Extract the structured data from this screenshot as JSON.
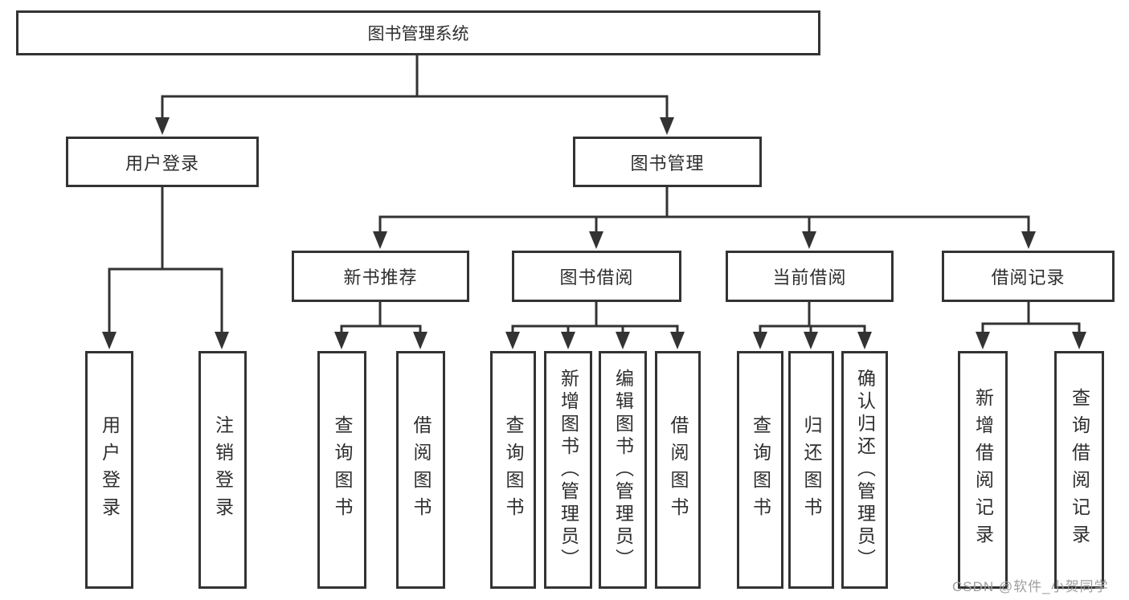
{
  "colors": {
    "line": "#333333",
    "text": "#2e2e2e",
    "background": "#ffffff",
    "watermark": "#9e9e9e"
  },
  "watermark": {
    "text": "CSDN @软件_小贺同学"
  },
  "tree": {
    "label": "图书管理系统",
    "children": [
      {
        "label": "用户登录",
        "children": [
          {
            "label": "用户登录"
          },
          {
            "label": "注销登录"
          }
        ]
      },
      {
        "label": "图书管理",
        "children": [
          {
            "label": "新书推荐",
            "children": [
              {
                "label": "查询图书"
              },
              {
                "label": "借阅图书"
              }
            ]
          },
          {
            "label": "图书借阅",
            "children": [
              {
                "label": "查询图书"
              },
              {
                "label": "新增图书（管理员）"
              },
              {
                "label": "编辑图书（管理员）"
              },
              {
                "label": "借阅图书"
              }
            ]
          },
          {
            "label": "当前借阅",
            "children": [
              {
                "label": "查询图书"
              },
              {
                "label": "归还图书"
              },
              {
                "label": "确认归还（管理员）"
              }
            ]
          },
          {
            "label": "借阅记录",
            "children": [
              {
                "label": "新增借阅记录"
              },
              {
                "label": "查询借阅记录"
              }
            ]
          }
        ]
      }
    ]
  }
}
